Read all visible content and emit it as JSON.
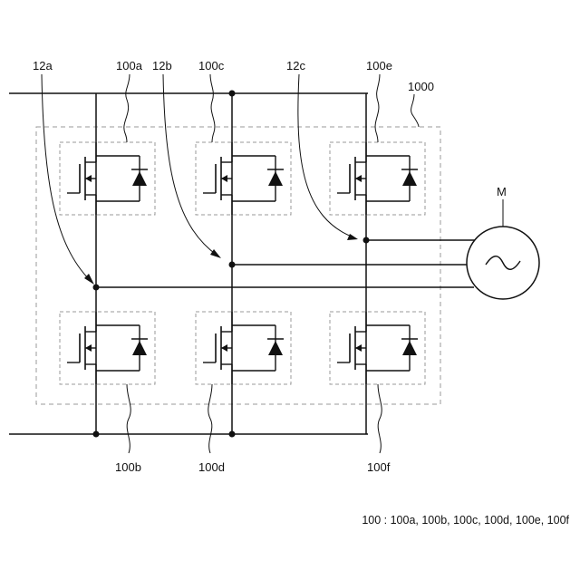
{
  "labels": {
    "module_ref": "1000",
    "motor": "M",
    "conn_a": "12a",
    "conn_b": "12b",
    "conn_c": "12c",
    "sw_a": "100a",
    "sw_b": "100b",
    "sw_c": "100c",
    "sw_d": "100d",
    "sw_e": "100e",
    "sw_f": "100f"
  },
  "legend": {
    "text": "100 : 100a, 100b, 100c, 100d, 100e, 100f"
  },
  "colors": {
    "line": "#111111",
    "dashed": "#999999"
  }
}
